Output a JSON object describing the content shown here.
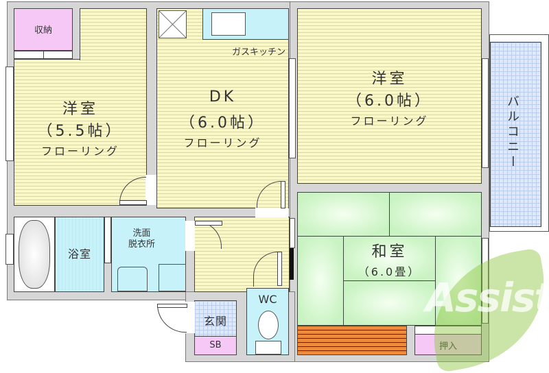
{
  "floor_plan": {
    "rooms": {
      "western_room_left": {
        "name": "洋室",
        "size": "（5.5帖）",
        "flooring": "フローリング"
      },
      "storage_left": {
        "name": "収納"
      },
      "dining_kitchen": {
        "name": "DK",
        "size": "（6.0帖）",
        "flooring": "フローリング"
      },
      "gas_kitchen": {
        "name": "ガスキッチン"
      },
      "western_room_right": {
        "name": "洋室",
        "size": "（6.0帖）",
        "flooring": "フローリング"
      },
      "balcony": {
        "name": "バルコニー"
      },
      "japanese_room": {
        "name": "和室",
        "size": "（6.0畳）"
      },
      "closet_oshiire": {
        "name": "押入"
      },
      "bathroom": {
        "name": "浴室"
      },
      "washroom": {
        "name_line1": "洗面",
        "name_line2": "脱衣所"
      },
      "entrance": {
        "name": "玄関"
      },
      "shoe_box": {
        "name": "SB"
      },
      "toilet": {
        "name": "WC"
      }
    },
    "watermark": {
      "text": "Assist",
      "color": "#8cc63f"
    },
    "colors": {
      "flooring": "#fbf8c8",
      "wet_area": "#c8f2fa",
      "storage": "#f6c8f6",
      "tatami": "#c9f3c2",
      "balcony": "#dde8fb",
      "wall": "#d6d6d6",
      "engawa": "#ee8a3c"
    }
  }
}
